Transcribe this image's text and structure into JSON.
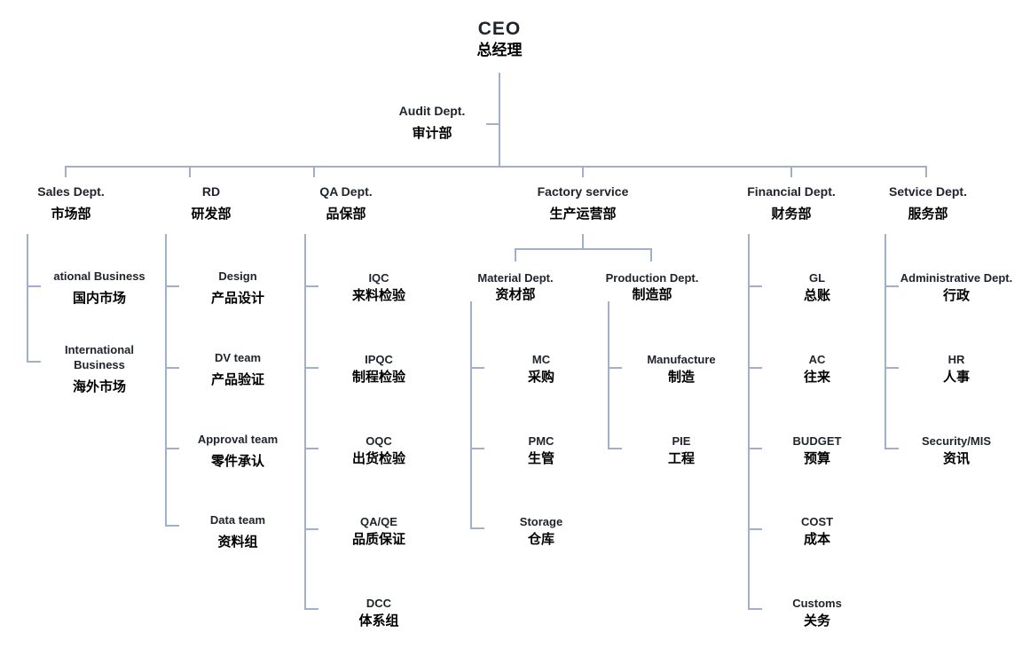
{
  "org": {
    "root": {
      "en": "CEO",
      "zh": "总经理"
    },
    "audit": {
      "en": "Audit Dept.",
      "zh": "审计部"
    },
    "departments": [
      {
        "en": "Sales Dept.",
        "zh": "市场部",
        "children": [
          {
            "en": "ational Business",
            "zh": "国内市场"
          },
          {
            "en": "International Business",
            "zh": "海外市场"
          }
        ]
      },
      {
        "en": "RD",
        "zh": "研发部",
        "children": [
          {
            "en": "Design",
            "zh": "产品设计"
          },
          {
            "en": "DV team",
            "zh": "产品验证"
          },
          {
            "en": "Approval team",
            "zh": "零件承认"
          },
          {
            "en": "Data team",
            "zh": "资料组"
          }
        ]
      },
      {
        "en": "QA Dept.",
        "zh": "品保部",
        "children": [
          {
            "en": "IQC",
            "zh": "来料检验"
          },
          {
            "en": "IPQC",
            "zh": "制程检验"
          },
          {
            "en": "OQC",
            "zh": "出货检验"
          },
          {
            "en": "QA/QE",
            "zh": "品质保证"
          },
          {
            "en": "DCC",
            "zh": "体系组"
          }
        ]
      },
      {
        "en": "Factory service",
        "zh": "生产运营部",
        "children": [
          {
            "en": "Material Dept.",
            "zh": "资材部",
            "children": [
              {
                "en": "MC",
                "zh": "采购"
              },
              {
                "en": "PMC",
                "zh": "生管"
              },
              {
                "en": "Storage",
                "zh": "仓库"
              }
            ]
          },
          {
            "en": "Production Dept.",
            "zh": "制造部",
            "children": [
              {
                "en": "Manufacture",
                "zh": "制造"
              },
              {
                "en": "PIE",
                "zh": "工程"
              }
            ]
          }
        ]
      },
      {
        "en": "Financial Dept.",
        "zh": "财务部",
        "children": [
          {
            "en": "GL",
            "zh": "总账"
          },
          {
            "en": "AC",
            "zh": "往来"
          },
          {
            "en": "BUDGET",
            "zh": "预算"
          },
          {
            "en": "COST",
            "zh": "成本"
          },
          {
            "en": "Customs",
            "zh": "关务"
          }
        ]
      },
      {
        "en": "Setvice Dept.",
        "zh": "服务部",
        "children": [
          {
            "en": "Administrative Dept.",
            "zh": "行政"
          },
          {
            "en": "HR",
            "zh": "人事"
          },
          {
            "en": "Security/MIS",
            "zh": "资讯"
          }
        ]
      }
    ],
    "colors": {
      "connector": "#a2afcc",
      "text_en": "#20242c",
      "text_zh": "#000000",
      "background": "#ffffff"
    }
  }
}
